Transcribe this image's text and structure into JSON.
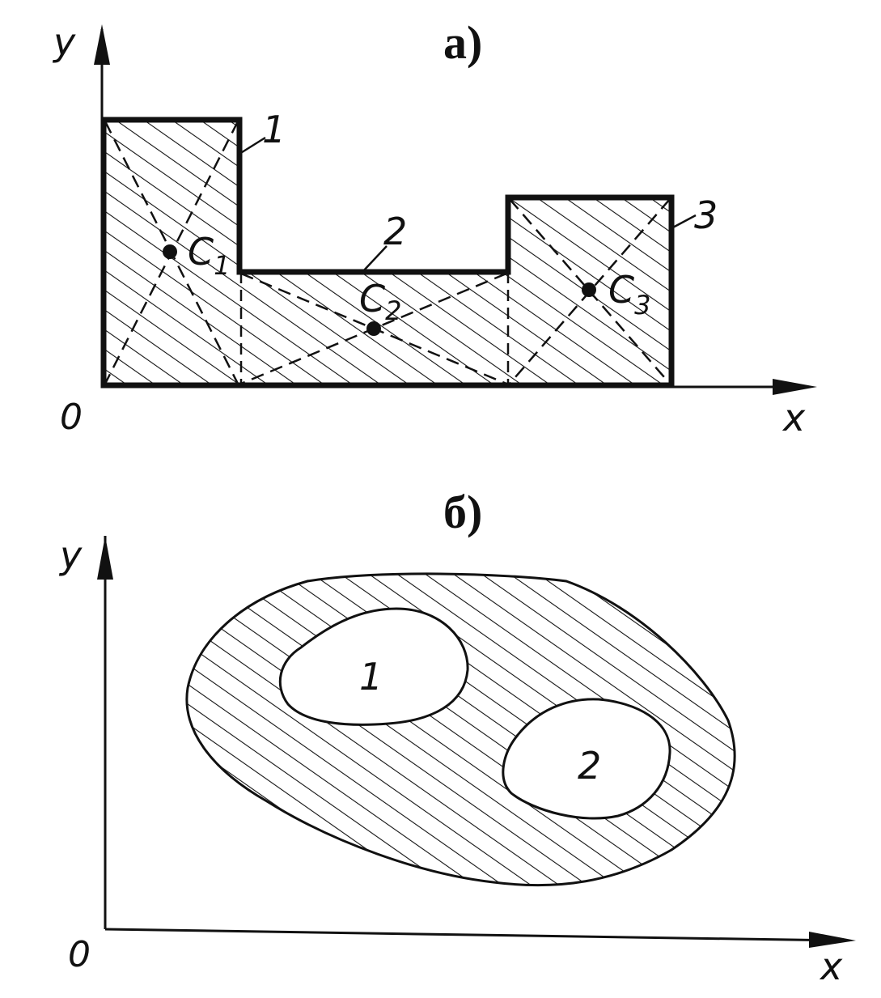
{
  "panel_a": {
    "title": "а)",
    "axis_y": "y",
    "axis_x": "x",
    "origin": "0",
    "part_labels": [
      "1",
      "2",
      "3"
    ],
    "centroids": [
      {
        "main": "C",
        "sub": "1"
      },
      {
        "main": "C",
        "sub": "2"
      },
      {
        "main": "C",
        "sub": "3"
      }
    ]
  },
  "panel_b": {
    "title": "б)",
    "axis_y": "y",
    "axis_x": "x",
    "origin": "0",
    "hole_labels": [
      "1",
      "2"
    ]
  },
  "colors": {
    "ink": "#111111",
    "background": "#ffffff"
  }
}
